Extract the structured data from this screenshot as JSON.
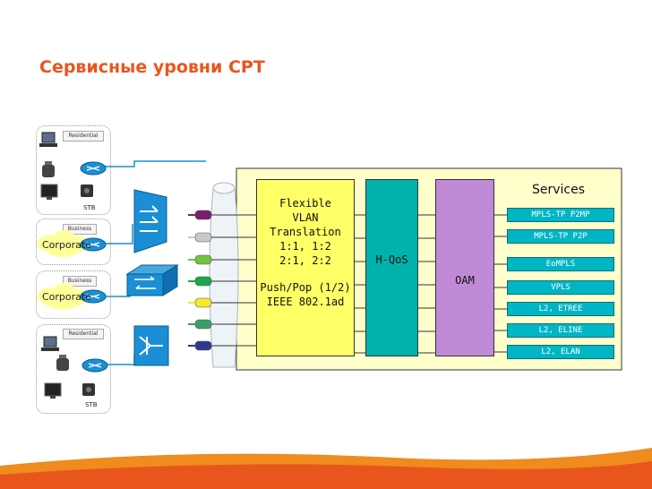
{
  "title": "Сервисные уровни СРТ",
  "groups": {
    "residential_top": {
      "tag": "Residential",
      "stb": "STB"
    },
    "business_1": {
      "tag": "Business",
      "label": "Corporate"
    },
    "business_2": {
      "tag": "Business",
      "label": "Corporate"
    },
    "residential_bottom": {
      "tag": "Residential",
      "stb": "STB"
    }
  },
  "blocks": {
    "vlan": {
      "line1": "Flexible",
      "line2": "VLAN",
      "line3": "Translation",
      "line4": "1:1, 1:2",
      "line5": "2:1, 2:2",
      "line6": "Push/Pop (1/2)",
      "line7": "IEEE 802.1ad"
    },
    "hqos": "H-QoS",
    "oam": "OAM",
    "services_title": "Services",
    "services": [
      "MPLS-TP P2MP",
      "MPLS-TP P2P",
      "EoMPLS",
      "VPLS",
      "L2, ETREE",
      "L2, ELINE",
      "L2, ELAN"
    ]
  },
  "colors": {
    "title": "#e8561e",
    "services_panel": "#ffffcc",
    "vlan_box": "#ffff66",
    "hqos_box": "#00b2a9",
    "oam_box": "#c08ad6",
    "service_item": "#00b5c4",
    "device_blue": "#1a8fd6",
    "footer_orange": "#f08b1d",
    "footer_red": "#e8561e"
  },
  "connectors": [
    "#7a1f6e",
    "#c9c9c9",
    "#76c043",
    "#1aa84a",
    "#f2ea2a",
    "#3a9e6a",
    "#2d3a8c",
    "#9bd34a"
  ],
  "icons": [
    "laptop-icon",
    "phone-icon",
    "tv-icon",
    "camera-icon",
    "router-icon",
    "switch-icon",
    "cloud-icon",
    "mux-icon"
  ]
}
